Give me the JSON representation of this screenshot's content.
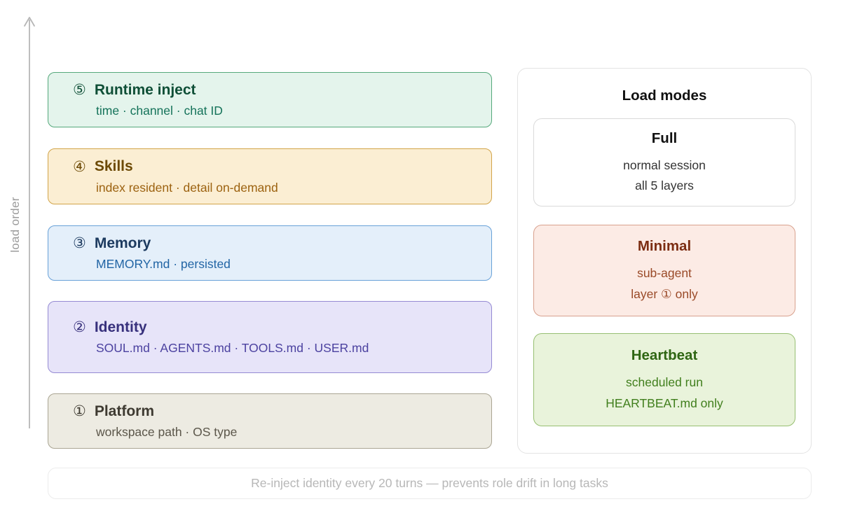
{
  "axis": {
    "label": "load order"
  },
  "layers": [
    {
      "num": "⑤",
      "title": "Runtime inject",
      "subtitle": "time · channel · chat ID"
    },
    {
      "num": "④",
      "title": "Skills",
      "subtitle": "index resident · detail on-demand"
    },
    {
      "num": "③",
      "title": "Memory",
      "subtitle": "MEMORY.md · persisted"
    },
    {
      "num": "②",
      "title": "Identity",
      "subtitle": "SOUL.md · AGENTS.md · TOOLS.md · USER.md"
    },
    {
      "num": "①",
      "title": "Platform",
      "subtitle": "workspace path · OS type"
    }
  ],
  "panel": {
    "title": "Load modes",
    "modes": [
      {
        "title": "Full",
        "line1": "normal session",
        "line2": "all 5 layers"
      },
      {
        "title": "Minimal",
        "line1": "sub-agent",
        "line2": "layer ① only"
      },
      {
        "title": "Heartbeat",
        "line1": "scheduled run",
        "line2": "HEARTBEAT.md only"
      }
    ]
  },
  "footer": {
    "text": "Re-inject identity every 20 turns — prevents role drift in long tasks"
  },
  "colors": {
    "runtime": {
      "bg": "#e4f4ec",
      "border": "#55a87b",
      "title": "#0f4f37",
      "subtitle": "#15735a"
    },
    "skills": {
      "bg": "#fbeed3",
      "border": "#d2a449",
      "title": "#6d4a05",
      "subtitle": "#9c6210"
    },
    "memory": {
      "bg": "#e4effa",
      "border": "#68a1d8",
      "title": "#1c3a5f",
      "subtitle": "#2265a5"
    },
    "identity": {
      "bg": "#e7e4f9",
      "border": "#958ad3",
      "title": "#37307c",
      "subtitle": "#4c42a0"
    },
    "platform": {
      "bg": "#edebe2",
      "border": "#aaa593",
      "title": "#3e3a31",
      "subtitle": "#5b564a"
    },
    "full": {
      "bg": "#ffffff",
      "border": "#dadada",
      "title": "#111111",
      "subtitle": "#333333"
    },
    "minimal": {
      "bg": "#fcebe5",
      "border": "#d8a18e",
      "title": "#7c2d12",
      "subtitle": "#9a4a28"
    },
    "heartbeat": {
      "bg": "#e9f3db",
      "border": "#97bf71",
      "title": "#2f6613",
      "subtitle": "#417f1d"
    },
    "axis": {
      "line": "#b6b6b6",
      "label": "#9b9b9b"
    },
    "footer_text": "#b7b7b7"
  }
}
